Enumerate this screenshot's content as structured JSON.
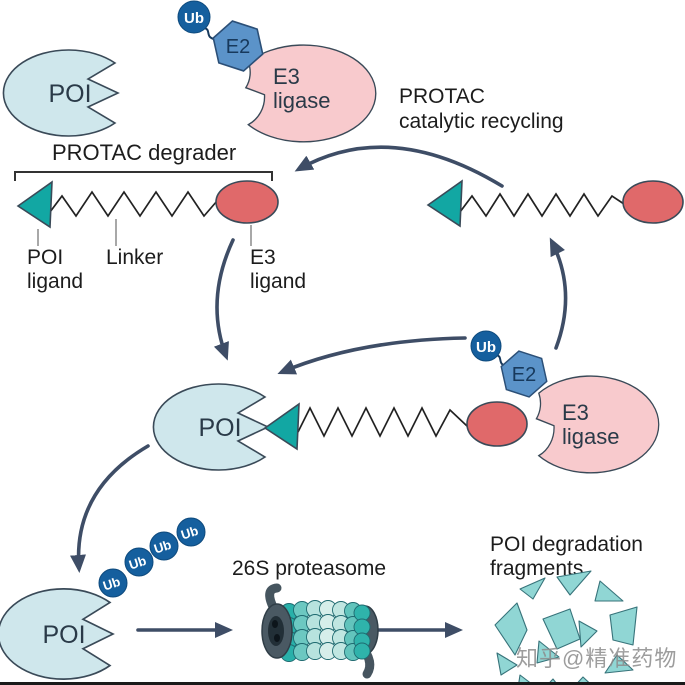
{
  "degrader": {
    "title": "PROTAC degrader",
    "poi_ligand_line1": "POI",
    "poi_ligand_line2": "ligand",
    "linker": "Linker",
    "e3_ligand_line1": "E3",
    "e3_ligand_line2": "ligand"
  },
  "recycling": {
    "line1": "PROTAC",
    "line2": "catalytic recycling"
  },
  "molecules": {
    "poi": "POI",
    "e3_line1": "E3",
    "e3_line2": "ligase",
    "ub": "Ub",
    "e2": "E2"
  },
  "degradation": {
    "proteasome": "26S proteasome",
    "fragments_line1": "POI degradation",
    "fragments_line2": "fragments"
  },
  "watermark": "知乎@精准药物",
  "colors": {
    "poi_fill": "#cfe7ec",
    "e3_fill": "#f8cacd",
    "ub_fill": "#155f9e",
    "e2_fill": "#5b93c9",
    "poi_ligand_triangle": "#12a7a3",
    "e3_ligand_oval": "#e0696a",
    "arrow": "#3e4d66",
    "fragment_fill": "#90d6d4",
    "proteasome_cap": "#4a5963",
    "proteasome_scales": [
      "#29b0a9",
      "#6cc8c1",
      "#b7e3de",
      "#d6eeea",
      "#c0e6e1",
      "#62c4bc",
      "#2fb3ab"
    ],
    "text": "#1c1c1c",
    "watermark": "#8c8c8c"
  }
}
